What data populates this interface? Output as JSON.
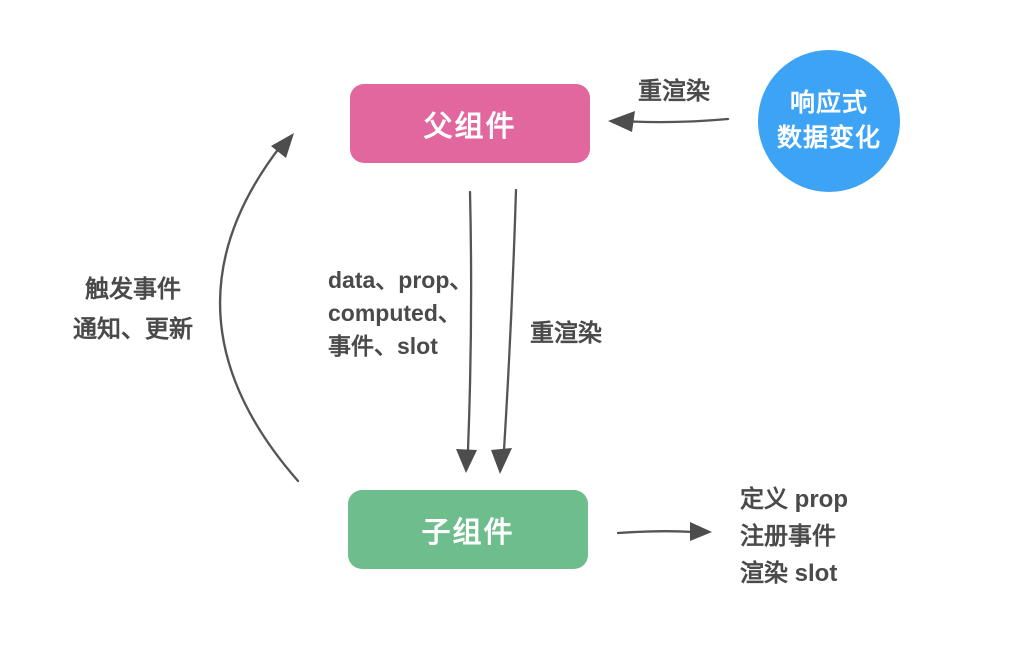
{
  "diagram": {
    "title_hint": "Vue parent-child component data flow",
    "nodes": {
      "parent": {
        "label": "父组件",
        "color": "#e2679e",
        "text_color": "#ffffff"
      },
      "child": {
        "label": "子组件",
        "color": "#6ebd8d",
        "text_color": "#ffffff"
      },
      "reactive": {
        "line1": "响应式",
        "line2": "数据变化",
        "color": "#3da3f5",
        "text_color": "#ffffff"
      }
    },
    "labels": {
      "rerender_top": "重渲染",
      "rerender_mid": "重渲染",
      "pass_down": {
        "0": "data、prop、",
        "1": "computed、",
        "2": "事件、slot"
      },
      "emit_up": {
        "0": "触发事件",
        "1": "通知、更新"
      },
      "child_actions": {
        "0": "定义 prop",
        "1": "注册事件",
        "2": "渲染 slot"
      }
    },
    "arrows": {
      "color": "#555555",
      "head_color": "#4d4d4d",
      "list": [
        "reactive-circle → parent-box (重渲染)",
        "parent-box → child-box (data、prop、computed、事件、slot)",
        "parent-box → child-box (重渲染)",
        "child-box → parent-box curved (触发事件 通知、更新)",
        "child-box → child-actions list"
      ]
    },
    "label_text_color": "#4a4a4a",
    "background": "#ffffff"
  }
}
